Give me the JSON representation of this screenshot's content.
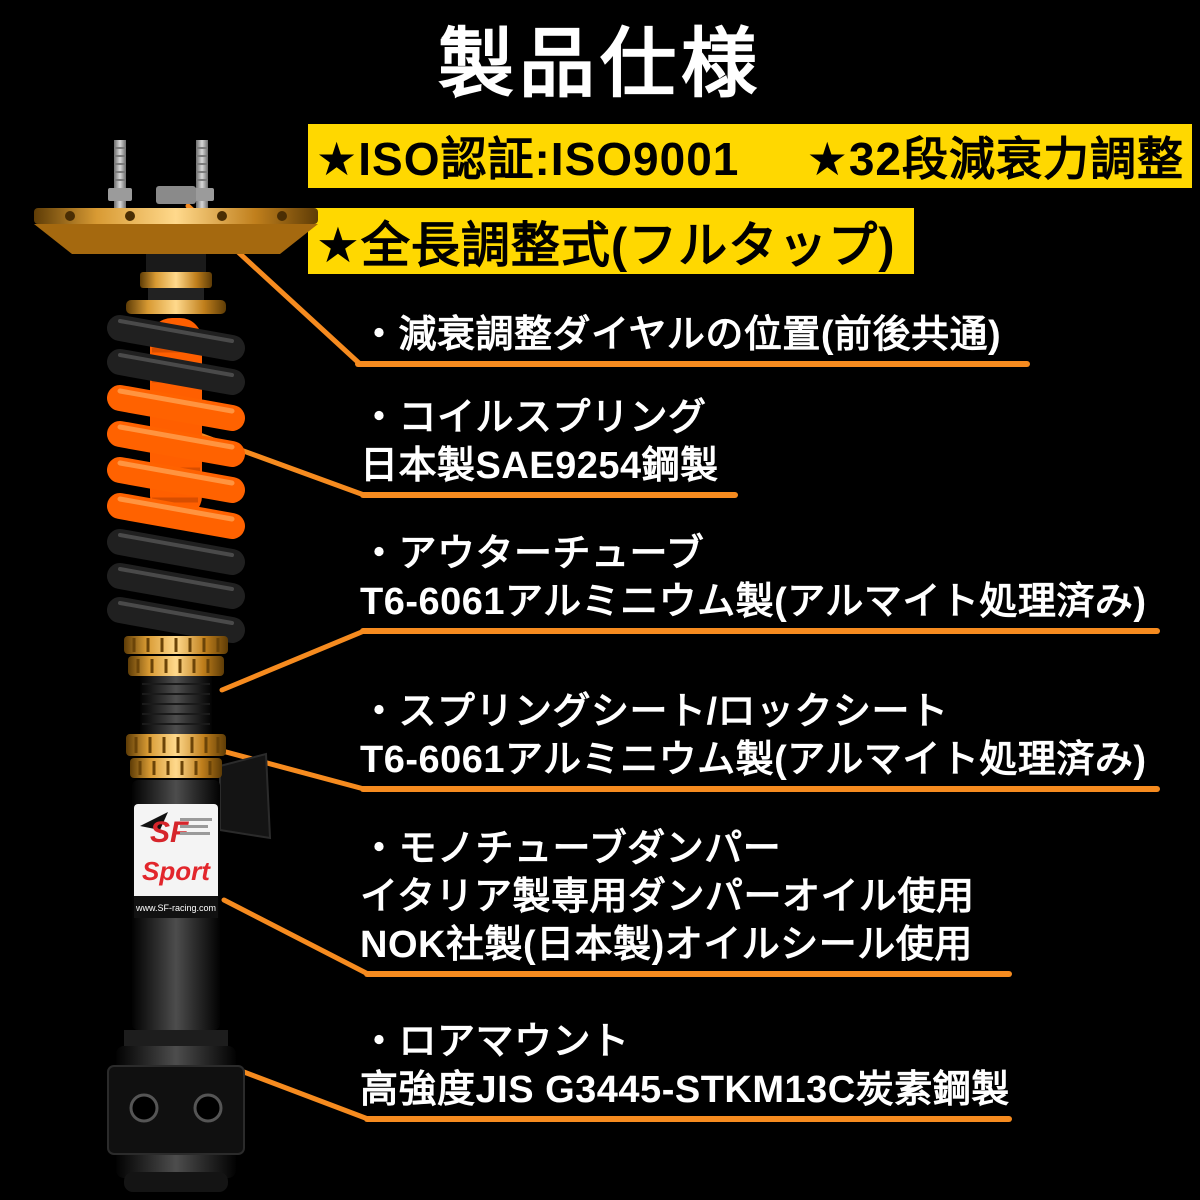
{
  "page": {
    "title": "製品仕様"
  },
  "colors": {
    "background": "#000000",
    "accent_orange": "#f68b1f",
    "badge_yellow": "#ffd800",
    "text_white": "#ffffff",
    "spring_orange": "#ff6200",
    "gold": "#d89a33"
  },
  "badges": {
    "row1": [
      {
        "label": "★ISO認証:ISO9001"
      },
      {
        "label": "★32段減衰力調整"
      }
    ],
    "row2": [
      {
        "label": "★全長調整式(フルタップ)"
      }
    ]
  },
  "annotations": [
    {
      "lines": [
        "・減衰調整ダイヤルの位置(前後共通)"
      ]
    },
    {
      "lines": [
        "・コイルスプリング",
        "日本製SAE9254鋼製"
      ]
    },
    {
      "lines": [
        "・アウターチューブ",
        "T6-6061アルミニウム製(アルマイト処理済み)"
      ]
    },
    {
      "lines": [
        "・スプリングシート/ロックシート",
        "T6-6061アルミニウム製(アルマイト処理済み)"
      ]
    },
    {
      "lines": [
        "・モノチューブダンパー",
        "イタリア製専用ダンパーオイル使用",
        "NOK社製(日本製)オイルシール使用"
      ]
    },
    {
      "lines": [
        "・ロアマウント",
        "高強度JIS G3445-STKM13C炭素鋼製"
      ]
    }
  ],
  "product": {
    "sticker": {
      "brand": "SF",
      "series": "Sport",
      "website": "www.SF-racing.com"
    }
  }
}
